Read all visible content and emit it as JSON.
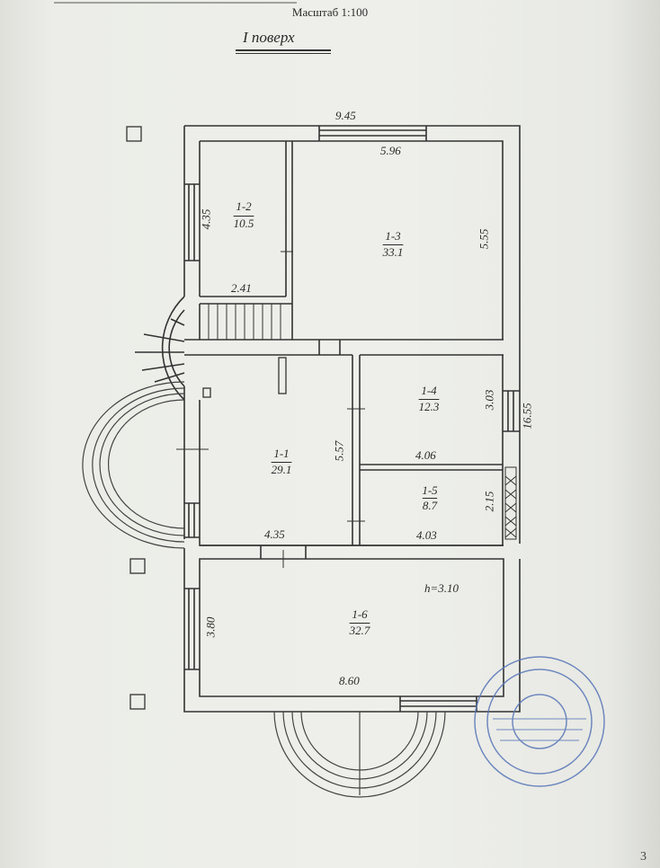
{
  "header": {
    "scale": "Масштаб 1:100",
    "floor": "I поверх"
  },
  "dimensions": {
    "overall_width": "9.45",
    "overall_height": "16.55",
    "r13_width": "5.96",
    "r13_height": "5.55",
    "r12_height": "4.35",
    "r12_width": "2.41",
    "r14_height": "3.03",
    "r14_width": "4.06",
    "r15_height": "2.15",
    "r15_width": "4.03",
    "r11_height": "5.57",
    "r11_width": "4.35",
    "r16_height": "3.80",
    "r16_width": "8.60"
  },
  "rooms": [
    {
      "number": "1-2",
      "area": "10.5"
    },
    {
      "number": "1-3",
      "area": "33.1"
    },
    {
      "number": "1-1",
      "area": "29.1"
    },
    {
      "number": "1-4",
      "area": "12.3"
    },
    {
      "number": "1-5",
      "area": "8.7"
    },
    {
      "number": "1-6",
      "area": "32.7"
    }
  ],
  "ceiling_height": "h=3.10",
  "page_number": "3"
}
